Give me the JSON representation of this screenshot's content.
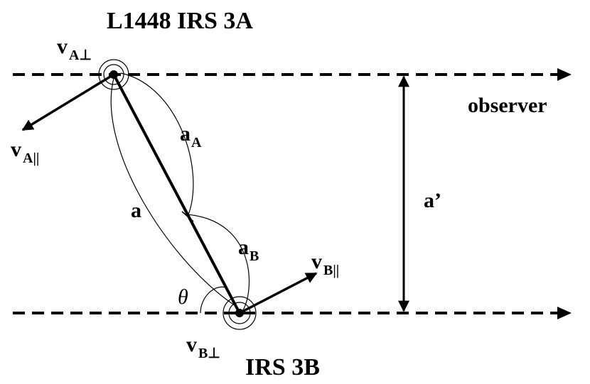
{
  "diagram": {
    "star_a": {
      "name": "L1448 IRS 3A"
    },
    "star_b": {
      "name": "IRS 3B"
    },
    "observer_label": "observer",
    "projected_separation_label": "a’",
    "separation_label": "a",
    "angle_label": "θ",
    "a_A": {
      "main": "a",
      "sub": "A"
    },
    "a_B": {
      "main": "a",
      "sub": "B"
    },
    "v_A_perp": {
      "main": "v",
      "sub": "A⊥"
    },
    "v_A_par": {
      "main": "v",
      "sub": "A||"
    },
    "v_B_perp": {
      "main": "v",
      "sub": "B⊥"
    },
    "v_B_par": {
      "main": "v",
      "sub": "B||"
    }
  }
}
